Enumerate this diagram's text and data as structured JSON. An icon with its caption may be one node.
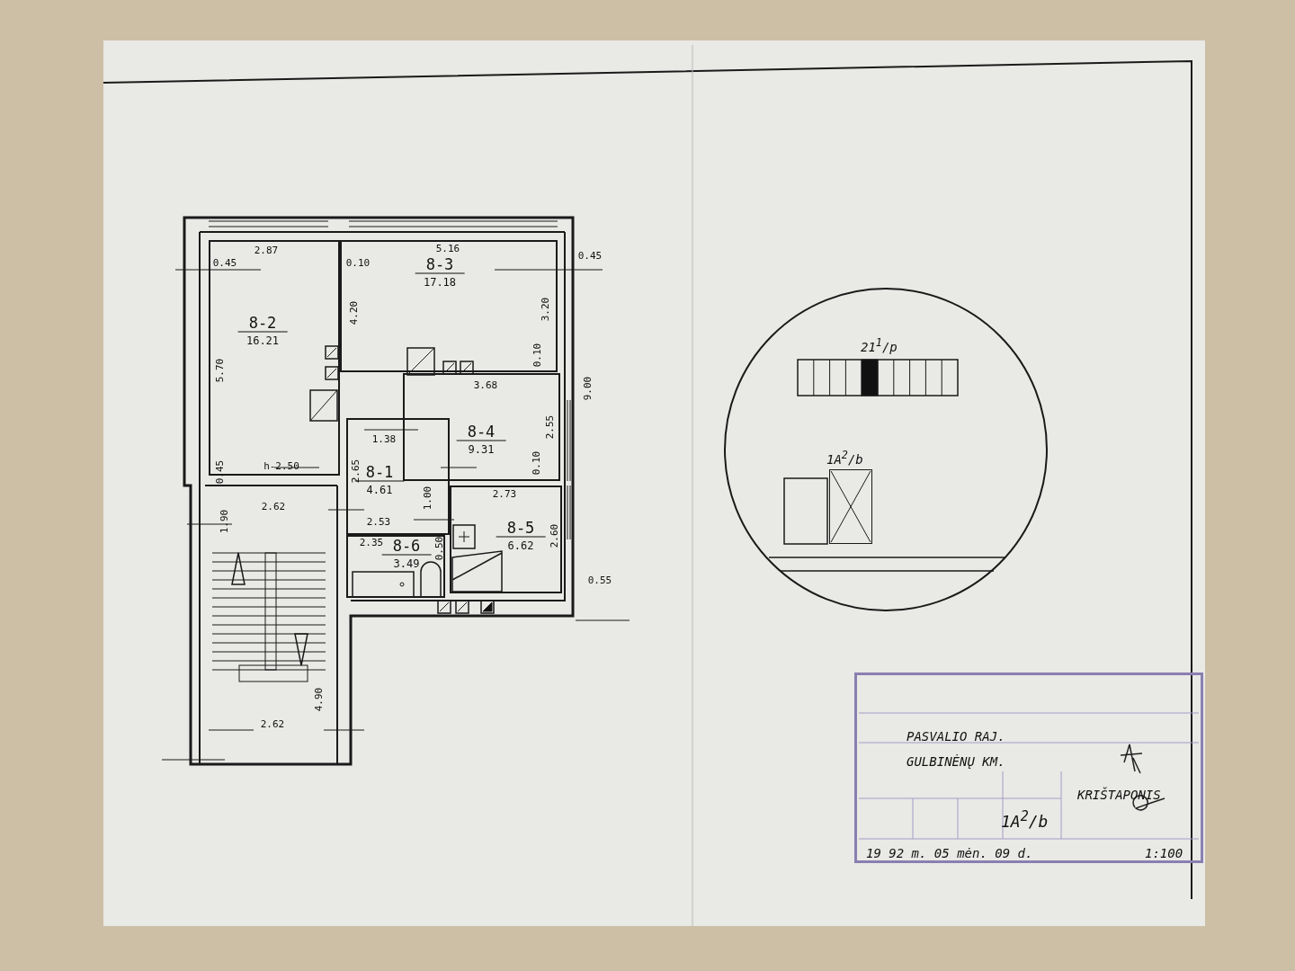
{
  "diagram": {
    "nodes": [
      {
        "text": [
          "8-2",
          "16.21"
        ]
      },
      {
        "text": [
          "8-3",
          "17.18"
        ]
      },
      {
        "text": [
          "8-4",
          "9.31"
        ]
      },
      {
        "text": [
          "8-1",
          "4.61"
        ]
      },
      {
        "text": [
          "8-5",
          "6.62"
        ]
      },
      {
        "text": [
          "8-6",
          "3.49"
        ]
      },
      {
        "text": [
          "21$^{1}$/p"
        ]
      },
      {
        "text": [
          "1A$^{2}$/b"
        ],
        "in": 6
      },
      {
        "text": [
          "PASVALIO RAJ.",
          "GULBINĖNŲ KM.",
          "1A$^{2}$/b",
          "KRIŠTAPONIS",
          "19 92 m. 05 mėn. 09 d.",
          "1:100"
        ]
      }
    ],
    "labels": [
      "2.87",
      "0.45",
      "0.10",
      "5.16",
      "0.45",
      "4.20",
      "3.20",
      "5.70",
      "0.10",
      "3.68",
      "9.00",
      "1.38",
      "2.55",
      "0.45",
      "h-2.50",
      "0.10",
      "2.65",
      "2.73",
      "2.62",
      "1.00",
      "2.53",
      "1.90",
      "2.35",
      "0.50",
      "2.60",
      "0.55",
      "4.90",
      "2.62"
    ]
  }
}
